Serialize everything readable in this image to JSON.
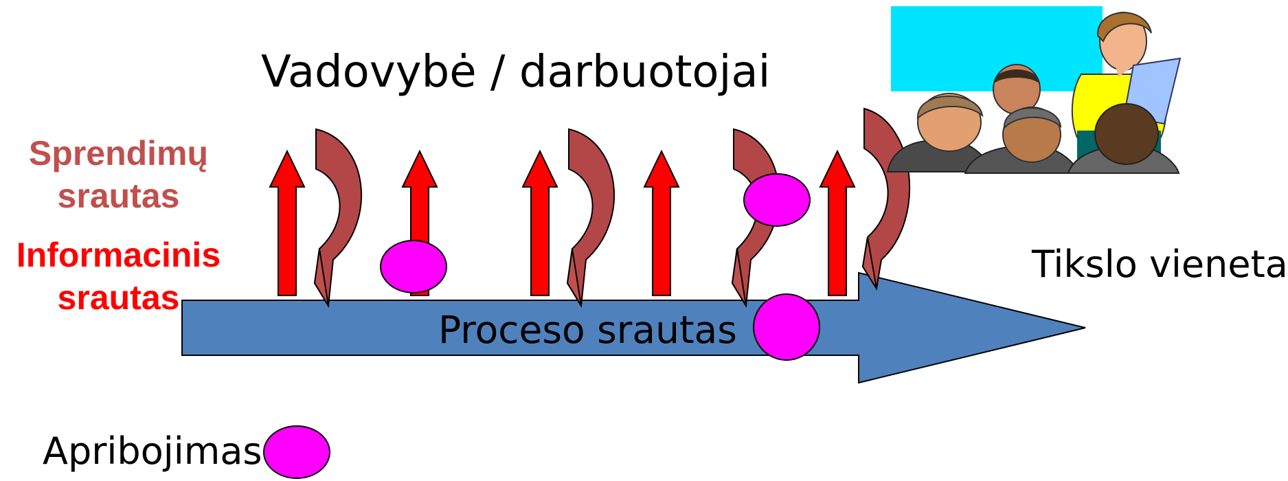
{
  "title": "Vadovybė / darbuotojai",
  "decision_flow": {
    "line1": "Sprendimų",
    "line2": "srautas"
  },
  "information_flow": {
    "line1": "Informacinis",
    "line2": "srautas"
  },
  "process_flow": {
    "label": "Proceso srautas"
  },
  "target": {
    "label": "Tikslo vienetai"
  },
  "legend": {
    "constraint_label": "Apribojimas"
  },
  "colors": {
    "decision_text": "#c0504d",
    "information_text": "#ff0000",
    "process_arrow": "#4f81bd",
    "information_arrow": "#ff0000",
    "decision_arrow": "#b34747",
    "constraint": "#ff00ff",
    "screen": "#00e5ff"
  }
}
